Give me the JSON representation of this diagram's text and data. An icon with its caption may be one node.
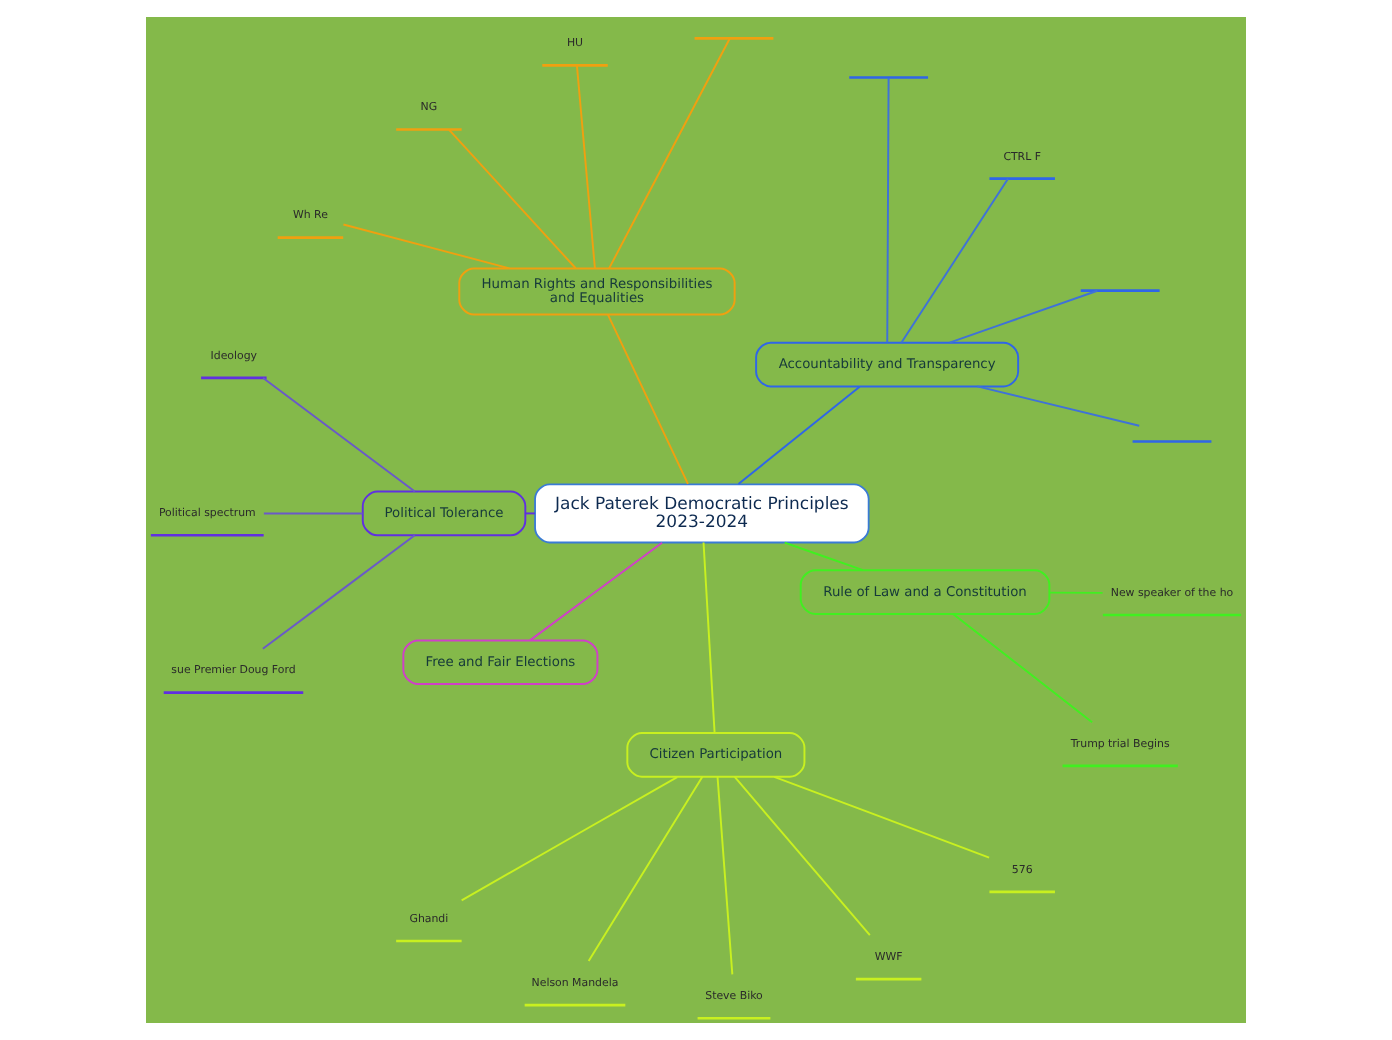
{
  "diagram": {
    "nodes": [
      {
        "text": [
          "Jack Paterek Democratic Principles 2023-2024"
        ]
      },
      {
        "text": [
          "Accountability and Transparency"
        ]
      },
      {
        "text": [],
        "shape": "bar"
      },
      {
        "text": [],
        "shape": "bar"
      },
      {
        "text": [
          "CTRL F"
        ]
      },
      {
        "text": [],
        "shape": "bar"
      },
      {
        "text": [
          "Human Rights and Responsibilities and Equalities"
        ]
      },
      {
        "text": [],
        "shape": "bar"
      },
      {
        "text": [
          "HU"
        ]
      },
      {
        "text": [
          "NG"
        ]
      },
      {
        "text": [
          "Wh Re"
        ]
      },
      {
        "text": [
          "Political Tolerance"
        ]
      },
      {
        "text": [
          "Ideology"
        ]
      },
      {
        "text": [
          "Political spectrum"
        ]
      },
      {
        "text": [
          "sue Premier Doug Ford"
        ]
      },
      {
        "text": [
          "Free and Fair Elections"
        ]
      },
      {
        "text": [
          "Citizen Participation"
        ]
      },
      {
        "text": [
          "Ghandi"
        ]
      },
      {
        "text": [
          "Nelson Mandela"
        ]
      },
      {
        "text": [
          "Steve Biko"
        ]
      },
      {
        "text": [
          "WWF"
        ]
      },
      {
        "text": [
          "576"
        ]
      },
      {
        "text": [
          "Rule of Law and a Constitution"
        ]
      },
      {
        "text": [
          "Trump trial Begins"
        ]
      },
      {
        "text": [
          "New speaker of the ho"
        ]
      }
    ],
    "edges": [
      {
        "from": 0,
        "to": 1,
        "arrow": "none",
        "color": "#2f66e8"
      },
      {
        "from": 1,
        "to": 2,
        "arrow": "none",
        "color": "#3f72d8"
      },
      {
        "from": 1,
        "to": 3,
        "arrow": "none",
        "color": "#3f72d8"
      },
      {
        "from": 1,
        "to": 4,
        "arrow": "none",
        "color": "#3f72d8"
      },
      {
        "from": 1,
        "to": 5,
        "arrow": "none",
        "color": "#3f72d8"
      },
      {
        "from": 0,
        "to": 6,
        "arrow": "none",
        "color": "#f0a010"
      },
      {
        "from": 6,
        "to": 7,
        "arrow": "none",
        "color": "#f0a010"
      },
      {
        "from": 6,
        "to": 8,
        "arrow": "none",
        "color": "#f0a010"
      },
      {
        "from": 6,
        "to": 9,
        "arrow": "none",
        "color": "#f0a010"
      },
      {
        "from": 6,
        "to": 10,
        "arrow": "none",
        "color": "#f0a010"
      },
      {
        "from": 0,
        "to": 11,
        "arrow": "none",
        "color": "#6030e0"
      },
      {
        "from": 11,
        "to": 12,
        "arrow": "none",
        "color": "#6a5ac8"
      },
      {
        "from": 11,
        "to": 13,
        "arrow": "none",
        "color": "#6a5ac8"
      },
      {
        "from": 11,
        "to": 14,
        "arrow": "none",
        "color": "#6a5ac8"
      },
      {
        "from": 0,
        "to": 15,
        "arrow": "none",
        "color": "#d040c8"
      },
      {
        "from": 0,
        "to": 16,
        "arrow": "none",
        "color": "#c8f020"
      },
      {
        "from": 16,
        "to": 17,
        "arrow": "none",
        "color": "#c8f020"
      },
      {
        "from": 16,
        "to": 18,
        "arrow": "none",
        "color": "#c8f020"
      },
      {
        "from": 16,
        "to": 19,
        "arrow": "none",
        "color": "#c8f020"
      },
      {
        "from": 16,
        "to": 20,
        "arrow": "none",
        "color": "#c8f020"
      },
      {
        "from": 16,
        "to": 21,
        "arrow": "none",
        "color": "#c8f020"
      },
      {
        "from": 0,
        "to": 22,
        "arrow": "none",
        "color": "#40f020"
      },
      {
        "from": 22,
        "to": 23,
        "arrow": "none",
        "color": "#40f020"
      },
      {
        "from": 22,
        "to": 24,
        "arrow": "none",
        "color": "#40f020"
      }
    ]
  }
}
